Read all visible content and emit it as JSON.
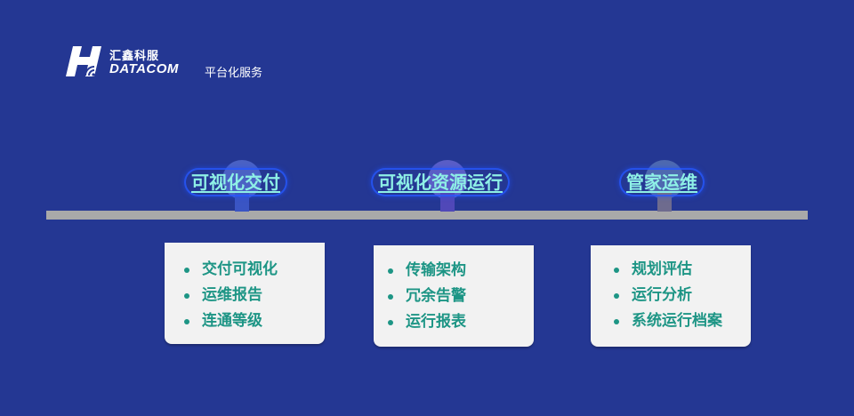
{
  "header": {
    "logo_cn": "汇鑫科服",
    "logo_en": "DATACOM",
    "tagline": "平台化服务"
  },
  "colors": {
    "background": "#243793",
    "timeline": "#a9a9a9",
    "title_text": "#8ef0e6",
    "card_bg": "#f2f2f2",
    "item_text": "#1d9585"
  },
  "stages": [
    {
      "title": "可视化交付",
      "items": [
        "交付可视化",
        "运维报告",
        "连通等级"
      ]
    },
    {
      "title": "可视化资源运行",
      "items": [
        "传输架构",
        "冗余告警",
        "运行报表"
      ]
    },
    {
      "title": "管家运维",
      "items": [
        "规划评估",
        "运行分析",
        "系统运行档案"
      ]
    }
  ]
}
